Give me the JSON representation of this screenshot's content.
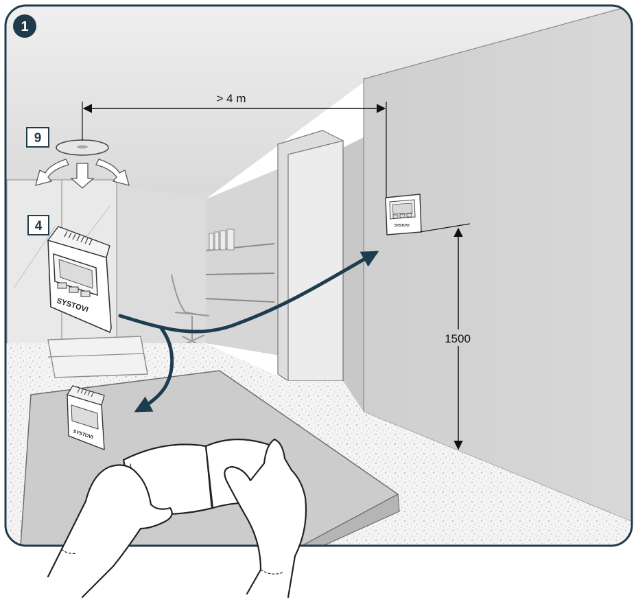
{
  "figure": {
    "step_number": "1",
    "distance_label": "> 4 m",
    "height_label": "1500",
    "callouts": {
      "ceiling_unit": "9",
      "room_unit": "4"
    },
    "brand_text": "SYSTOVI",
    "colors": {
      "frame": "#1f3a4a",
      "arrow": "#1d3d4f",
      "wall": "#d2d2d2",
      "ceiling": "#e4e4e4",
      "floor": "#f2f2f2"
    }
  }
}
